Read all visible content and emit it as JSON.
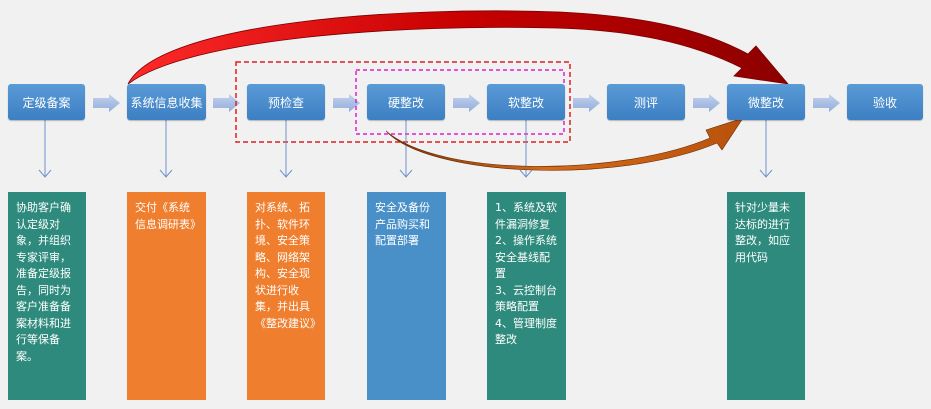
{
  "colors": {
    "node": "#4a8dd0",
    "connector": "#a9bfe2",
    "drop_line": "#6e93c9",
    "red_arrow": "#c00000",
    "orange_arrow": "#c05a12",
    "red_dashed_box": "#e02020",
    "magenta_dashed_box": "#e020d0",
    "green_box": "#2e8a7c",
    "orange_box": "#ef7f2f",
    "blue_box": "#4a90c8"
  },
  "steps": [
    {
      "label": "定级备案"
    },
    {
      "label": "系统信息收集"
    },
    {
      "label": "预检查"
    },
    {
      "label": "硬整改"
    },
    {
      "label": "软整改"
    },
    {
      "label": "测评"
    },
    {
      "label": "微整改"
    },
    {
      "label": "验收"
    }
  ],
  "descriptions": [
    {
      "text": "协助客户确认定级对象，并组织专家评审，准备定级报告，同时为客户准备备案材料和进行等保备案。",
      "color": "green"
    },
    {
      "text": "交付《系统信息调研表》",
      "color": "orange"
    },
    {
      "text": "对系统、拓扑、软件环境、安全策略、网络架构、安全现状进行收集，并出具《整改建议》",
      "color": "orange"
    },
    {
      "text": "安全及备份产品购买和配置部署",
      "color": "blue"
    },
    {
      "text": "1、系统及软件漏洞修复\n2、操作系统安全基线配置\n3、云控制台策略配置\n4、管理制度整改",
      "color": "green"
    },
    {
      "text": "针对少量未达标的进行整改，如应用代码",
      "color": "green"
    }
  ]
}
